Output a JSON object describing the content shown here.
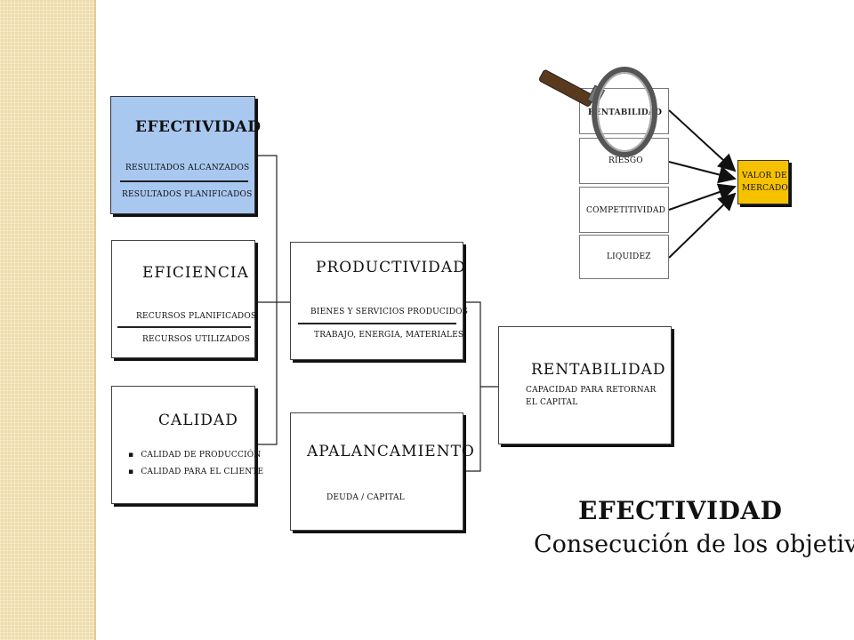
{
  "efectividad": {
    "title": "EFECTIVIDAD",
    "numerator": "RESULTADOS ALCANZADOS",
    "denominator": "RESULTADOS PLANIFICADOS"
  },
  "eficiencia": {
    "title": "EFICIENCIA",
    "numerator": "RECURSOS PLANIFICADOS",
    "denominator": "RECURSOS UTILIZADOS"
  },
  "calidad": {
    "title": "CALIDAD",
    "items": [
      "CALIDAD DE PRODUCCIÓN",
      "CALIDAD PARA EL CLIENTE"
    ]
  },
  "productividad": {
    "title": "PRODUCTIVIDAD",
    "numerator": "BIENES Y SERVICIOS PRODUCIDOS",
    "denominator": "TRABAJO, ENERGIA, MATERIALES"
  },
  "apalancamiento": {
    "title": "APALANCAMIENTO",
    "formula": "DEUDA / CAPITAL"
  },
  "rentabilidad": {
    "title": "RENTABILIDAD",
    "line1": "CAPACIDAD PARA RETORNAR",
    "line2": "EL CAPITAL"
  },
  "factors": {
    "rentabilidad": "RENTABILIDAD",
    "riesgo": "RIESGO",
    "competitividad": "COMPETITIVIDAD",
    "liquidez": "LIQUIDEZ"
  },
  "valor_mercado": {
    "line1": "VALOR DE",
    "line2": "MERCADO"
  },
  "caption": {
    "title": "EFECTIVIDAD",
    "subtitle": "Consecución de los objetivos"
  },
  "colors": {
    "highlight_blue": "#a8c8f0",
    "market_yellow": "#f6c200"
  },
  "icons": [
    "magnifier-icon"
  ]
}
